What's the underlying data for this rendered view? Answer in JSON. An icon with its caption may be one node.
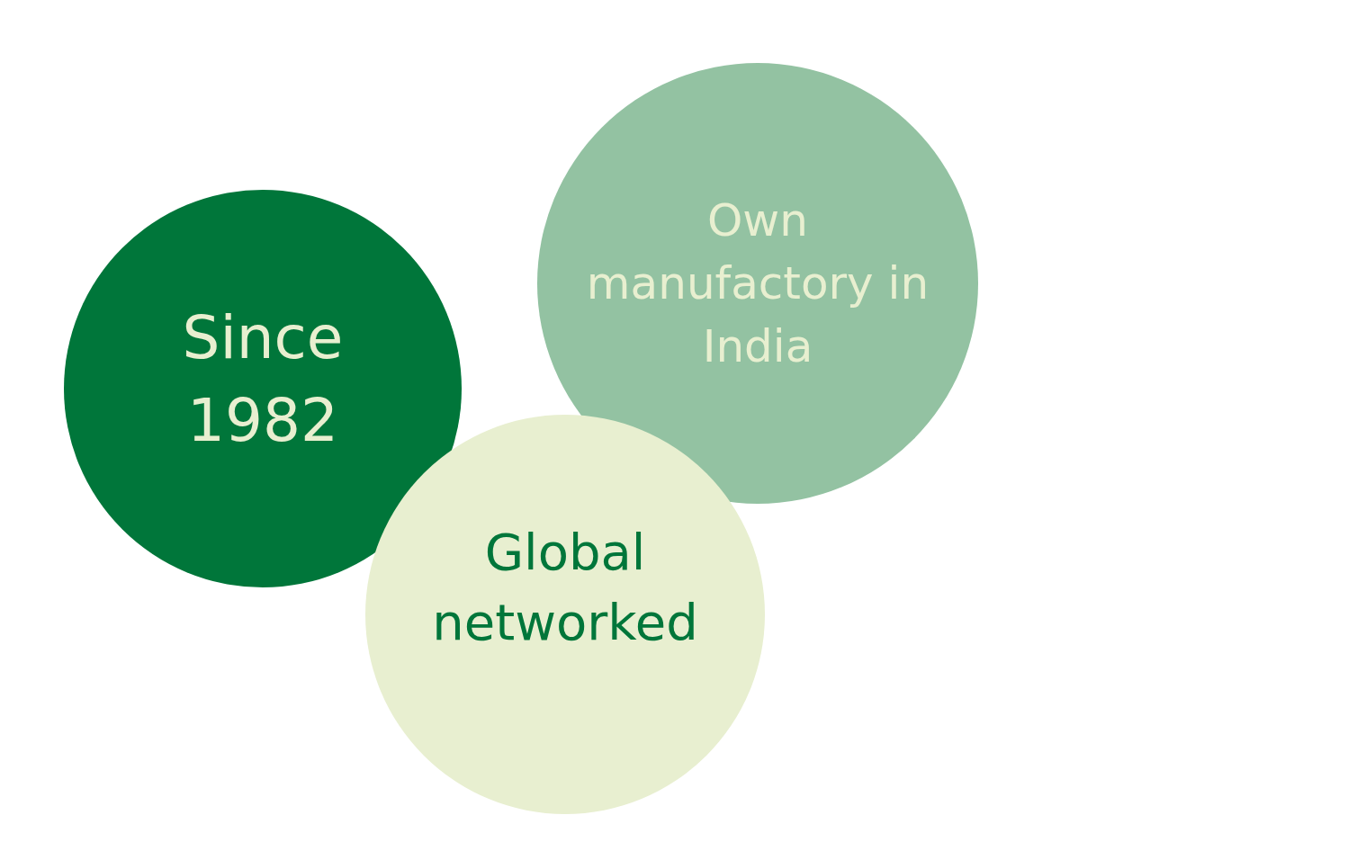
{
  "diagram": {
    "nodes": [
      {
        "text": [
          "Since 1982"
        ]
      },
      {
        "text": [
          "Own manufactory in India"
        ]
      },
      {
        "text": [
          "Global networked"
        ]
      }
    ]
  }
}
